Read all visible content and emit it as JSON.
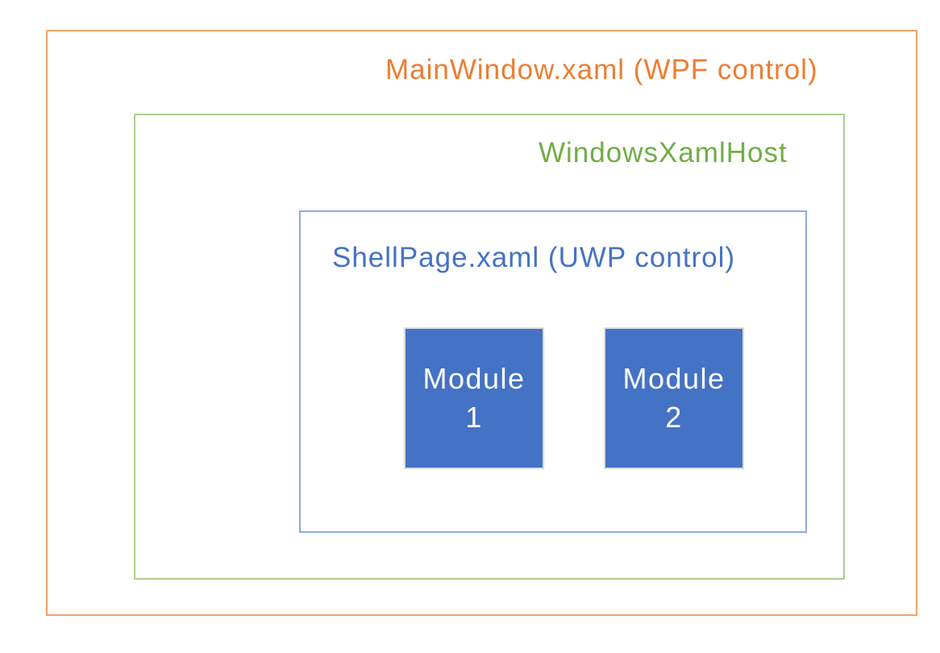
{
  "diagram": {
    "title_box": {
      "label": "MainWindow.xaml (WPF control)",
      "text_color": "#ED7D31",
      "border_color": "#F2A36E"
    },
    "host_box": {
      "label": "WindowsXamlHost",
      "text_color": "#70AD47",
      "border_color": "#A9D18E"
    },
    "shell_box": {
      "label": "ShellPage.xaml (UWP control)",
      "text_color": "#4472C4",
      "border_color": "#8FAADC"
    },
    "modules": [
      {
        "name": "Module",
        "number": "1",
        "fill_color": "#4472C4",
        "border_color": "#D9D9D9",
        "text_color": "#FFFFFF"
      },
      {
        "name": "Module",
        "number": "2",
        "fill_color": "#4472C4",
        "border_color": "#D9D9D9",
        "text_color": "#FFFFFF"
      }
    ],
    "background_color": "#FFFFFF"
  }
}
